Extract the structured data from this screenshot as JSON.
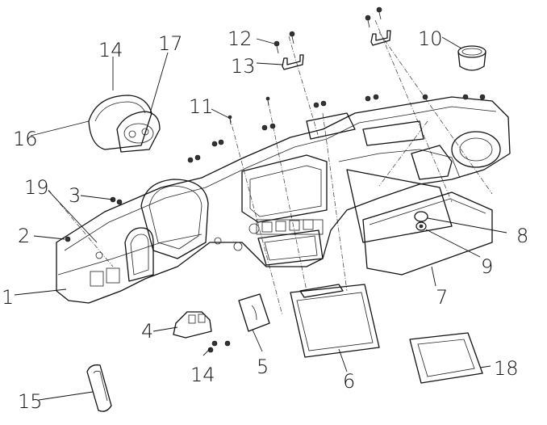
{
  "callouts": {
    "c1": "1",
    "c2": "2",
    "c3": "3",
    "c4": "4",
    "c5": "5",
    "c6": "6",
    "c7": "7",
    "c8": "8",
    "c9": "9",
    "c10": "10",
    "c11": "11",
    "c12": "12",
    "c13": "13",
    "c14a": "14",
    "c14b": "14",
    "c15": "15",
    "c16": "16",
    "c17": "17",
    "c18": "18",
    "c19": "19"
  }
}
